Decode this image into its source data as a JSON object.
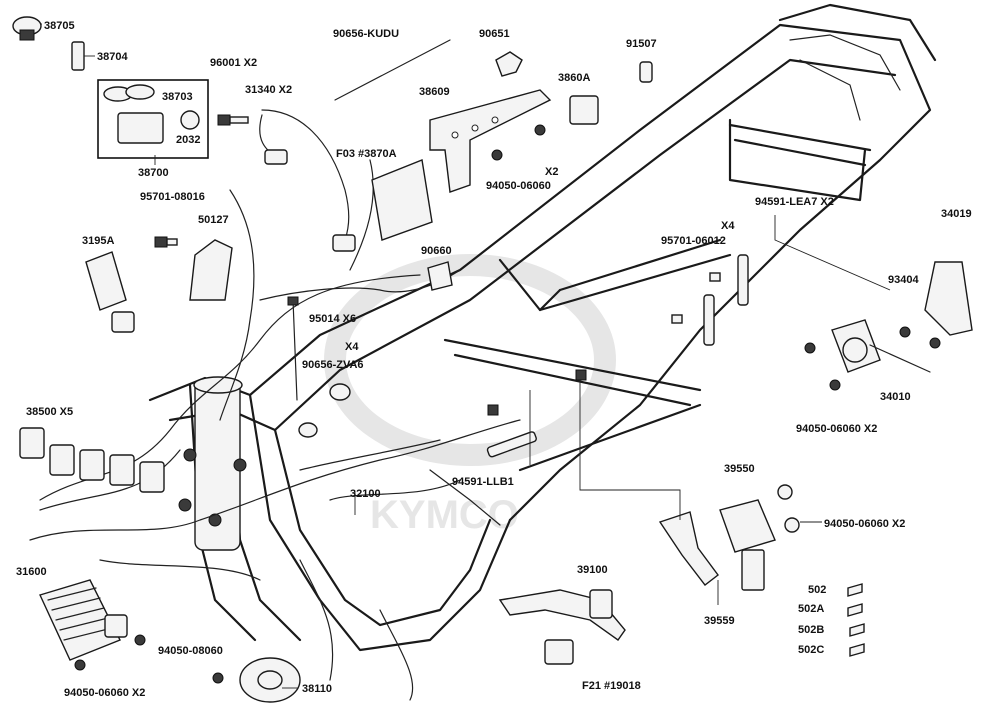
{
  "labels": {
    "p38705": "38705",
    "p38704": "38704",
    "p38703": "38703",
    "p2032": "2032",
    "p38700": "38700",
    "p96001": "96001 X2",
    "p31340": "31340  X2",
    "p90656kudu": "90656-KUDU",
    "p90651": "90651",
    "p91507": "91507",
    "p38609": "38609",
    "p3860a": "3860A",
    "pF03": "F03 #3870A",
    "pX2a": "X2",
    "p94050a": "94050-06060",
    "p95701a": "95701-08016",
    "p50127": "50127",
    "p3195a": "3195A",
    "p90660": "90660",
    "p94591lea7": "94591-LEA7 X2",
    "pX4a": "X4",
    "p95701b": "95701-06012",
    "p34019": "34019",
    "p93404": "93404",
    "p95014": "95014  X6",
    "pX4b": "X4",
    "p90656zva6": "90656-ZVA6",
    "p34010": "34010",
    "p38500": "38500 X5",
    "p94050b": "94050-06060 X2",
    "p94591llb1": "94591-LLB1",
    "p32100": "32100",
    "p39550": "39550",
    "p94050c": "94050-06060 X2",
    "p31600": "31600",
    "p39100": "39100",
    "p39559": "39559",
    "p502": "502",
    "p502a": "502A",
    "p502b": "502B",
    "p502c": "502C",
    "p94050d": "94050-08060",
    "p38110": "38110",
    "pF21": "F21 #19018",
    "p94050e": "94050-06060 X2"
  },
  "watermark": "KYMCO",
  "colors": {
    "ink": "#1a1a1a",
    "watermark": "#e6e6e6"
  }
}
